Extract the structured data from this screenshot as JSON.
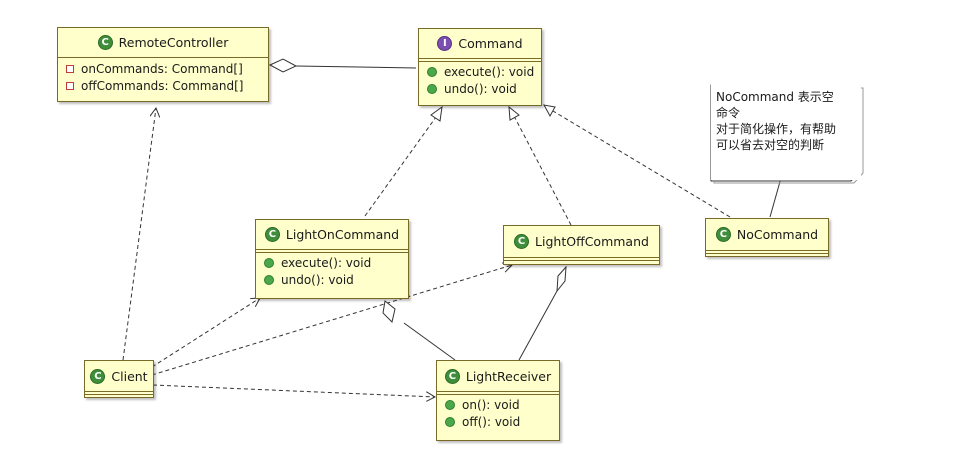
{
  "diagram": {
    "classes": {
      "remote_controller": {
        "name": "RemoteController",
        "kind_icon": "class-icon",
        "attributes": [
          "onCommands: Command[]",
          "offCommands: Command[]"
        ]
      },
      "command": {
        "name": "Command",
        "kind_icon": "interface-icon",
        "operations": [
          "execute(): void",
          "undo(): void"
        ]
      },
      "light_on_command": {
        "name": "LightOnCommand",
        "kind_icon": "class-icon",
        "operations": [
          "execute(): void",
          "undo(): void"
        ]
      },
      "light_off_command": {
        "name": "LightOffCommand",
        "kind_icon": "class-icon"
      },
      "no_command": {
        "name": "NoCommand",
        "kind_icon": "class-icon"
      },
      "client": {
        "name": "Client",
        "kind_icon": "class-icon"
      },
      "light_receiver": {
        "name": "LightReceiver",
        "kind_icon": "class-icon",
        "operations": [
          "on(): void",
          "off(): void"
        ]
      }
    },
    "note": {
      "text": "NoCommand 表示空\n命令\n对于简化操作，有帮助\n可以省去对空的判断"
    },
    "icon_glyphs": {
      "class": "C",
      "interface": "I"
    },
    "colors": {
      "class_fill": "#ffffcc",
      "class_border": "#7a6a28",
      "class_icon": "#3f8f3a",
      "interface_icon": "#7a4fb0",
      "attribute_marker": "#c23b3b",
      "operation_marker": "#4aa84a"
    }
  }
}
